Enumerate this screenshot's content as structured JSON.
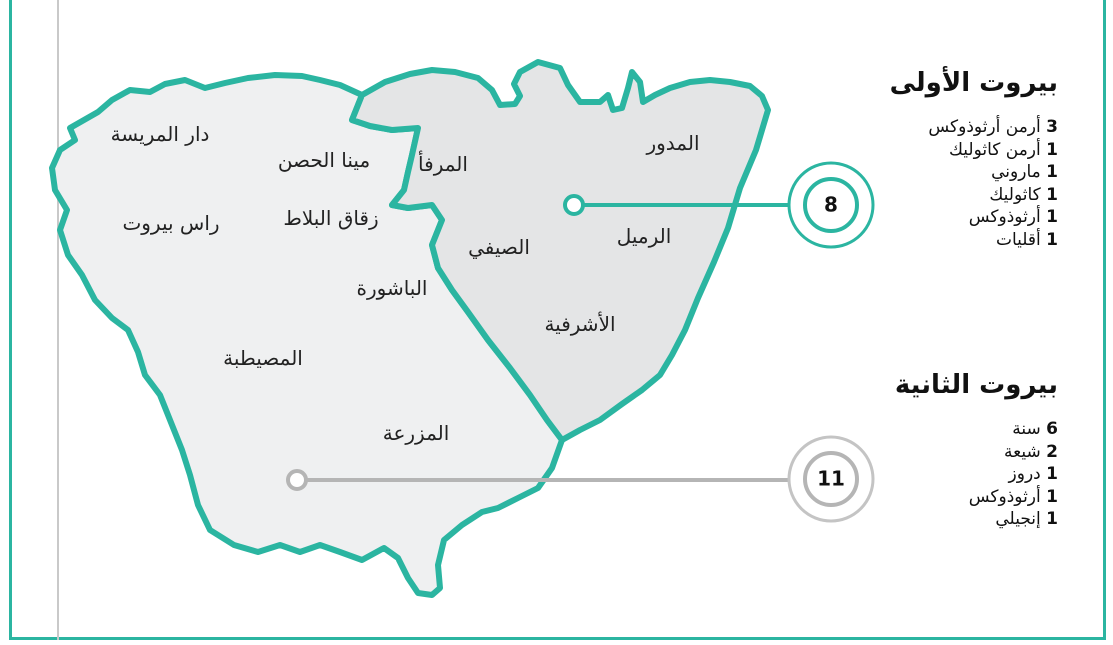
{
  "constituencies": [
    {
      "title": "بيروت الأولى",
      "seats_total": "8",
      "accent": "#2bb5a1",
      "seats": [
        {
          "count": "3",
          "label": "أرمن أرثوذوكس"
        },
        {
          "count": "1",
          "label": "أرمن كاثوليك"
        },
        {
          "count": "1",
          "label": "ماروني"
        },
        {
          "count": "1",
          "label": "كاثوليك"
        },
        {
          "count": "1",
          "label": "أرثوذوكس"
        },
        {
          "count": "1",
          "label": "أقليات"
        }
      ]
    },
    {
      "title": "بيروت الثانية",
      "seats_total": "11",
      "accent": "#b5b5b5",
      "seats": [
        {
          "count": "6",
          "label": "سنة"
        },
        {
          "count": "2",
          "label": "شيعة"
        },
        {
          "count": "1",
          "label": "دروز"
        },
        {
          "count": "1",
          "label": "أرثوذوكس"
        },
        {
          "count": "1",
          "label": "إنجيلي"
        }
      ]
    }
  ],
  "districts": {
    "dar_el_mreisseh": "دار المريسة",
    "mina_el_hosn": "مينا الحصن",
    "marfaa": "المرفأ",
    "medawar": "المدور",
    "ras_beirut": "راس بيروت",
    "zuqaq_el_blat": "زقاق البلاط",
    "saifi": "الصيفي",
    "rmeil": "الرميل",
    "bachoura": "الباشورة",
    "achrafieh": "الأشرفية",
    "mazraa": "المزرعة",
    "moussaitbeh": "المصيطبة"
  },
  "colors": {
    "outline": "#2bb5a1",
    "west_fill": "#eff0f1",
    "east_fill": "#e4e5e6",
    "marker_gray": "#b5b5b5"
  }
}
